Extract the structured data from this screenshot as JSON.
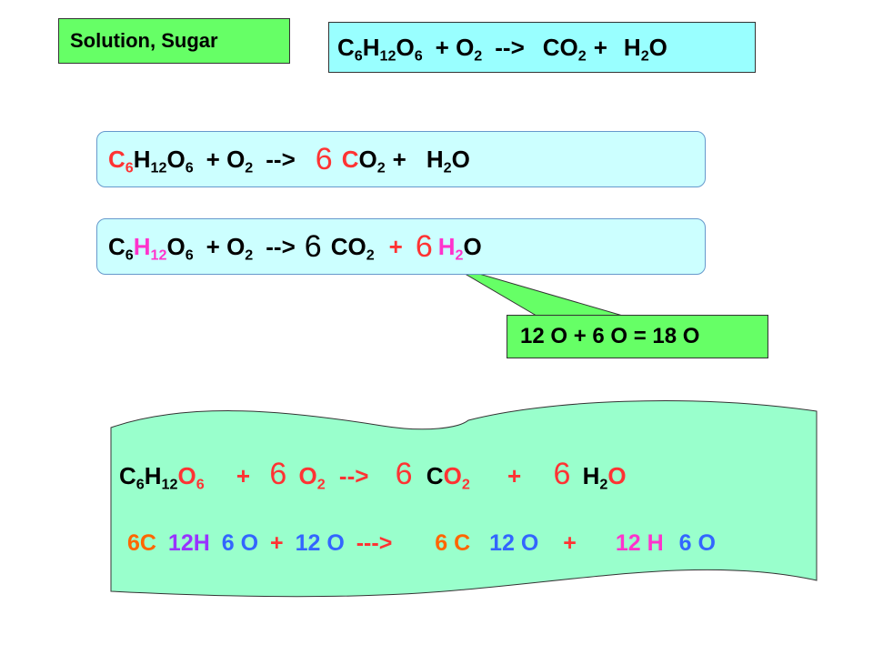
{
  "title_box": {
    "label": "Solution, Sugar"
  },
  "eq1": {
    "c": "C",
    "c_sub": "6",
    "h": "H",
    "h_sub": "12",
    "o": "O",
    "o_sub": "6",
    "plus_o2": "+ O",
    "o2_sub": "2",
    "arrow": "-->",
    "co2": "CO",
    "co2_sub": "2",
    "plus": "+",
    "h2o_h": "H",
    "h2o_sub": "2",
    "h2o_o": "O"
  },
  "eq2": {
    "c": "C",
    "c_sub": "6",
    "h": "H",
    "h_sub": "12",
    "o": "O",
    "o_sub": "6",
    "plus_o2": "+ O",
    "o2_sub": "2",
    "arrow": "-->",
    "coef_co2": "6",
    "co2_c": "C",
    "co2_o": "O",
    "co2_sub": "2",
    "plus": "+",
    "h2o_h": "H",
    "h2o_sub": "2",
    "h2o_o": "O"
  },
  "eq3": {
    "c": "C",
    "c_sub": "6",
    "h": "H",
    "h_sub": "12",
    "o": "O",
    "o_sub": "6",
    "plus_o2": "+ O",
    "o2_sub": "2",
    "arrow": "-->",
    "coef_co2": "6",
    "co2": "CO",
    "co2_sub": "2",
    "plus": "+",
    "coef_h2o": "6",
    "h2o_h": "H",
    "h2o_sub": "2",
    "h2o_o": "O"
  },
  "callout": {
    "label": "12 O + 6 O = 18 O"
  },
  "eq4": {
    "c": "C",
    "c_sub": "6",
    "h": "H",
    "h_sub": "12",
    "o": "O",
    "o_sub": "6",
    "plus1": "+",
    "coef_o2": "6",
    "o2": "O",
    "o2_sub": "2",
    "arrow": "-->",
    "coef_co2": "6",
    "co2_c": "C",
    "co2_o": "O",
    "co2_sub": "2",
    "plus2": "+",
    "coef_h2o": "6",
    "h2o_h": "H",
    "h2o_sub": "2",
    "h2o_o": "O"
  },
  "count": {
    "left_c": "6C",
    "left_h": "12H",
    "left_o": "6 O",
    "plus1": "+",
    "left_o2": "12 O",
    "arrow": "--->",
    "right_c": "6 C",
    "right_o": "12 O",
    "plus2": "+",
    "right_h": "12 H",
    "right_o2": "6 O"
  },
  "colors": {
    "green_box": "#66ff66",
    "cyan_box": "#99ffff",
    "pill": "#ccffff",
    "banner": "#99ffcc"
  }
}
